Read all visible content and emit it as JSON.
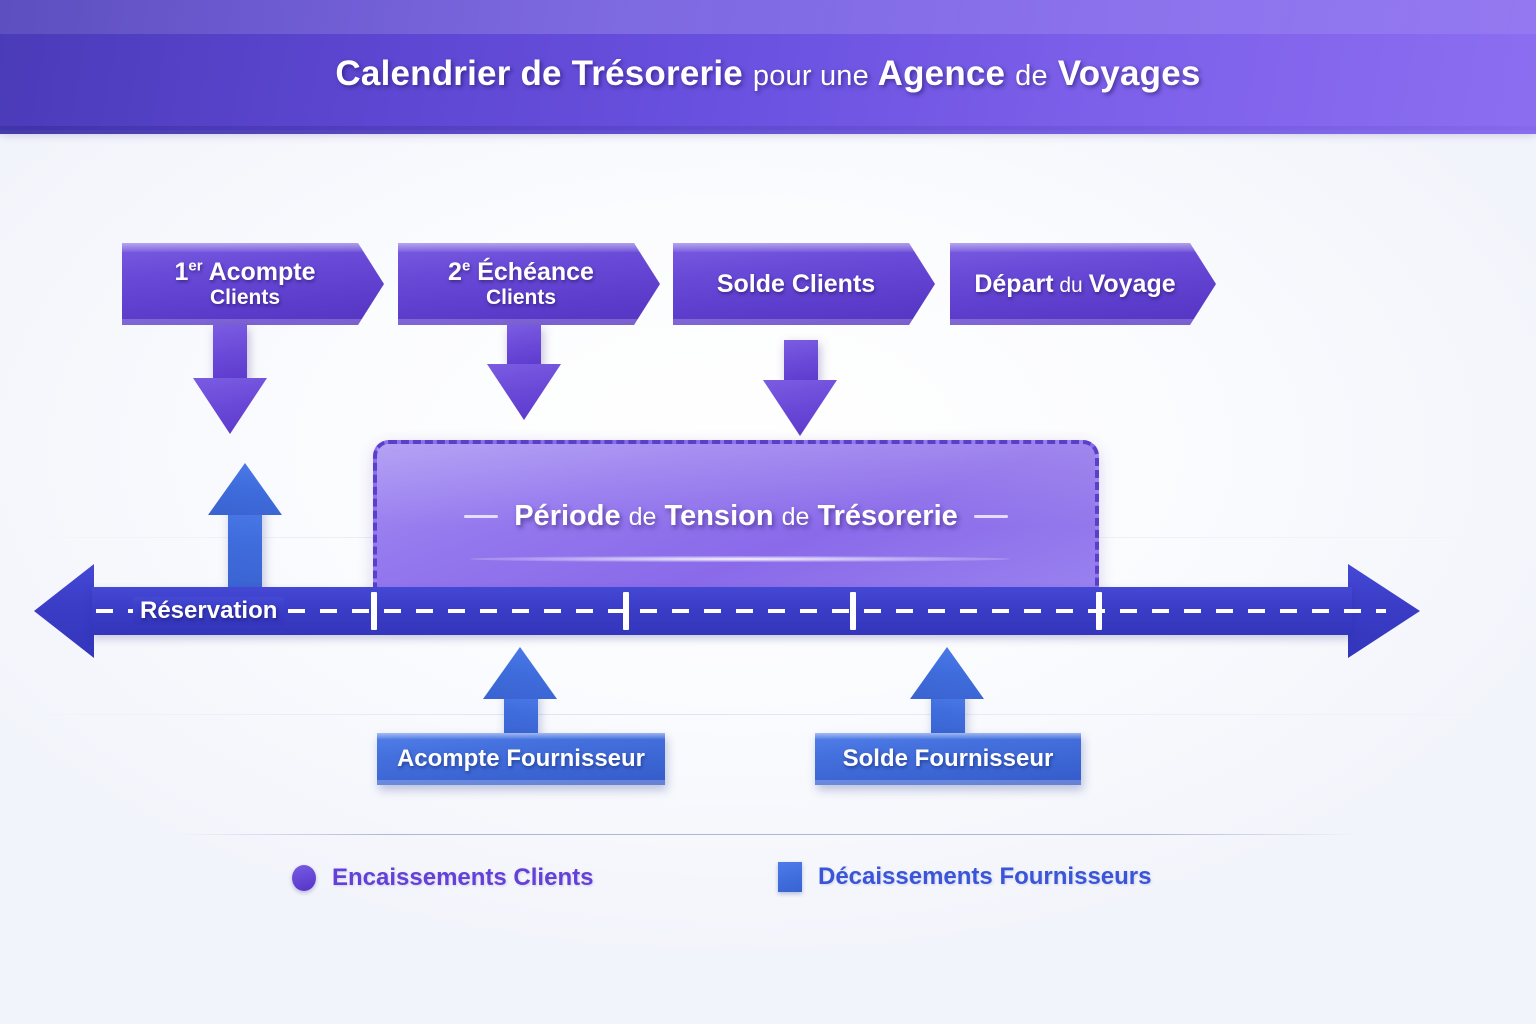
{
  "header": {
    "title_part1": "Calendrier de Trésorerie",
    "title_part2": "pour une",
    "title_part3": "Agence",
    "title_part4": "de",
    "title_part5": "Voyages",
    "bg_gradient_from": "#4a3bb8",
    "bg_gradient_to": "#8b6ef0"
  },
  "client_events": [
    {
      "line1_prefix": "1",
      "line1_sup": "er",
      "line1_main": " Acompte",
      "line2": "Clients",
      "has_arrow": true
    },
    {
      "line1_prefix": "2",
      "line1_sup": "e",
      "line1_main": " Échéance",
      "line2": "Clients",
      "has_arrow": true
    },
    {
      "line1_prefix": "",
      "line1_sup": "",
      "line1_main": "Solde Clients",
      "line2": "",
      "has_arrow": true
    },
    {
      "line1_prefix": "",
      "line1_sup": "",
      "line1_main": "Départ",
      "line1_light": " du ",
      "line1_tail": "Voyage",
      "line2": "",
      "has_arrow": false
    }
  ],
  "tension": {
    "label_main_1": "Période",
    "label_light_1": "de",
    "label_main_2": "Tension",
    "label_light_2": "de",
    "label_main_3": "Trésorerie"
  },
  "timeline": {
    "start_label": "Réservation",
    "tick_count": 4,
    "bar_color": "#3a3cc6",
    "tick_color": "#ffffff"
  },
  "supplier_events": [
    {
      "label": "Acompte Fournisseur"
    },
    {
      "label": "Solde Fournisseur"
    }
  ],
  "legend": {
    "clients": {
      "label": "Encaissements Clients",
      "color": "#5634c4",
      "shape": "circle"
    },
    "suppliers": {
      "label": "Décaissements Fournisseurs",
      "color": "#3a63d0",
      "shape": "square"
    }
  },
  "colors": {
    "purple_box": "#5c3ccb",
    "purple_light": "#8a6ae9",
    "timeline_blue": "#3a3cc6",
    "supplier_blue": "#3a63d2",
    "background": "#f4f6fc"
  }
}
